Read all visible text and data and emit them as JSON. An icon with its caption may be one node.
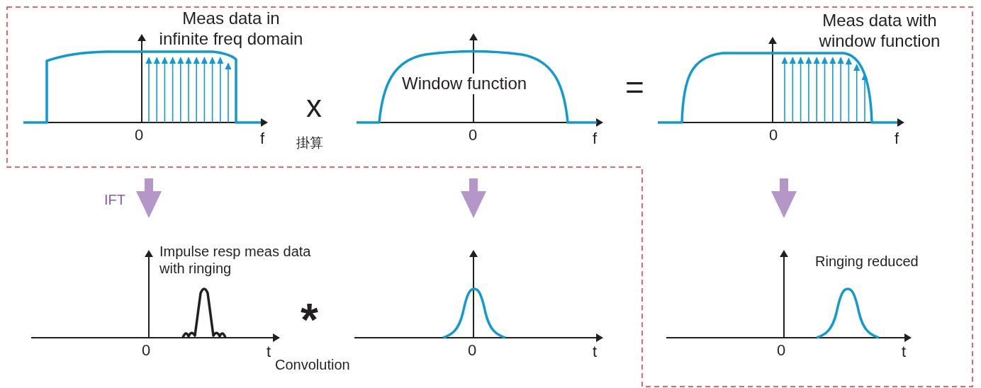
{
  "diagram": {
    "nodes": [
      {
        "text": [
          "Meas data in infinite freq domain",
          "0",
          "f"
        ]
      },
      {
        "text": [
          "Window function",
          "0",
          "f"
        ]
      },
      {
        "text": [
          "Meas data with window function",
          "0",
          "f"
        ]
      },
      {
        "text": [
          "Impulse resp meas data with ringing",
          "0",
          "t"
        ]
      },
      {
        "text": [
          "0",
          "t"
        ]
      },
      {
        "text": [
          "Ringing reduced",
          "0",
          "t"
        ]
      }
    ],
    "edges": [
      {
        "from": 0,
        "to": 3,
        "arrow": "to",
        "label": "IFT"
      },
      {
        "from": 1,
        "to": 4,
        "arrow": "to"
      },
      {
        "from": 2,
        "to": 5,
        "arrow": "to"
      }
    ],
    "labels": [
      "x",
      "掛算",
      "=",
      "*",
      "Convolution"
    ]
  }
}
